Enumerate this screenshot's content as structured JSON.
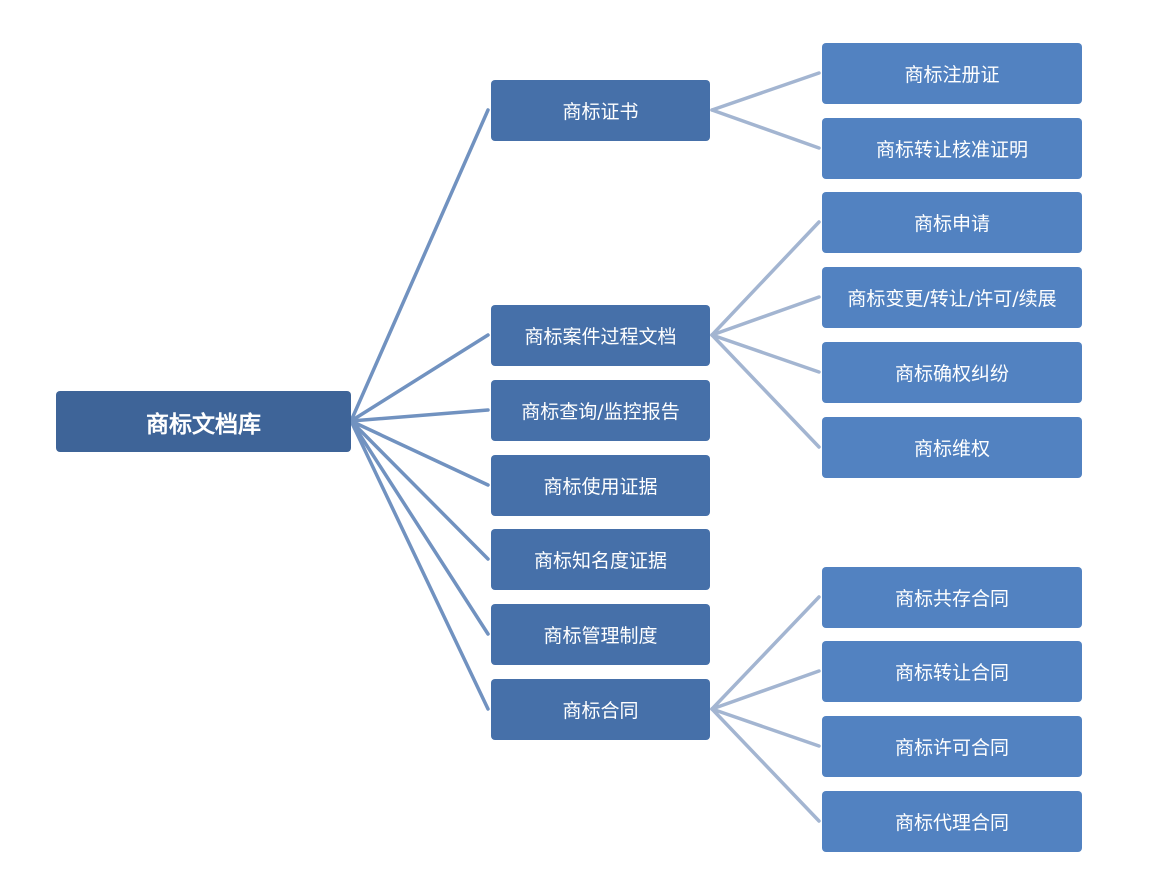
{
  "colors": {
    "root_fill": "#3e6498",
    "level1_fill": "#4670a9",
    "level2_fill": "#5282c1",
    "root_connector": "#7192c0",
    "level2_connector": "#a3b5d1"
  },
  "root": {
    "label": "商标文档库"
  },
  "categories": [
    {
      "label": "商标证书",
      "children": [
        "商标注册证",
        "商标转让核准证明"
      ]
    },
    {
      "label": "商标案件过程文档",
      "children": [
        "商标申请",
        "商标变更/转让/许可/续展",
        "商标确权纠纷",
        "商标维权"
      ]
    },
    {
      "label": "商标查询/监控报告",
      "children": []
    },
    {
      "label": "商标使用证据",
      "children": []
    },
    {
      "label": "商标知名度证据",
      "children": []
    },
    {
      "label": "商标管理制度",
      "children": []
    },
    {
      "label": "商标合同",
      "children": [
        "商标共存合同",
        "商标转让合同",
        "商标许可合同",
        "商标代理合同"
      ]
    }
  ]
}
